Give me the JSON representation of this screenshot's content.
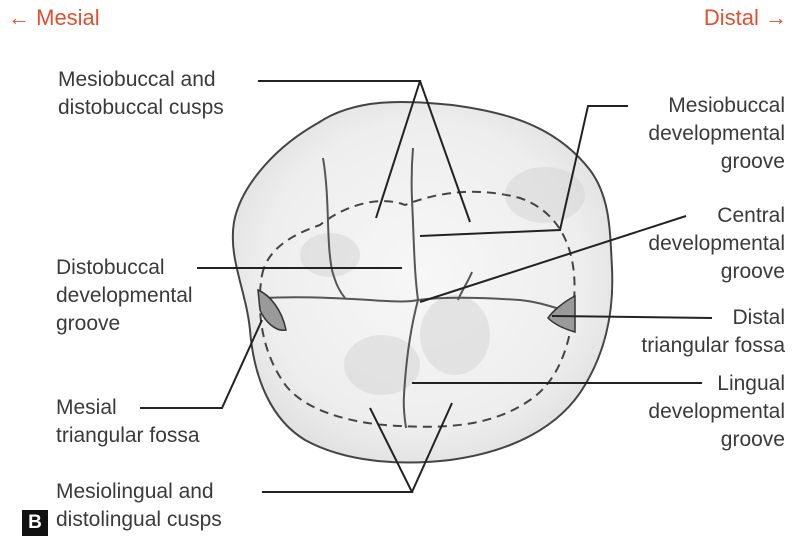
{
  "directions": {
    "mesial": "← Mesial",
    "distal": "Distal →"
  },
  "panel_label": "B",
  "labels": {
    "mesiobuccal_distobuccal_cusps": "Mesiobuccal and\ndistobuccal cusps",
    "distobuccal_groove": "Distobuccal\ndevelopmental\ngroove",
    "mesial_triangular_fossa": "Mesial\ntriangular fossa",
    "mesiolingual_distolingual_cusps": "Mesiolingual and\ndistolingual cusps",
    "mesiobuccal_groove": "Mesiobuccal\ndevelopmental\ngroove",
    "central_groove": "Central\ndevelopmental\ngroove",
    "distal_triangular_fossa": "Distal\ntriangular fossa",
    "lingual_groove": "Lingual\ndevelopmental\ngroove"
  },
  "colors": {
    "accent": "#e0502e",
    "outline": "#444444",
    "tooth": "#f2f2f2",
    "text": "#3a3a3a"
  }
}
